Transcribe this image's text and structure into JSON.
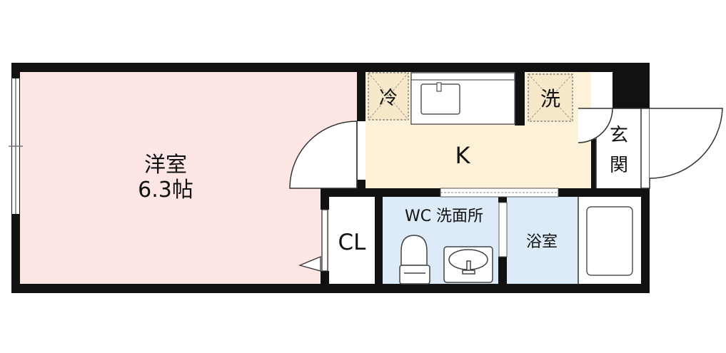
{
  "rooms": {
    "western": {
      "name": "洋室",
      "size": "6.3帖"
    },
    "kitchen": {
      "name": "K"
    },
    "closet": {
      "name": "CL"
    },
    "wc": {
      "name": "WC 洗面所"
    },
    "bath": {
      "name": "浴室"
    },
    "entrance": {
      "char1": "玄",
      "char2": "関"
    }
  },
  "fixtures": {
    "fridge": "冷",
    "washer": "洗"
  },
  "colors": {
    "wall": "#111111",
    "western_floor": "#fde6e4",
    "kitchen_floor": "#fdf1d8",
    "wet_area_floor": "#ddeaf8",
    "fixture_box": "#f6e8c8"
  }
}
